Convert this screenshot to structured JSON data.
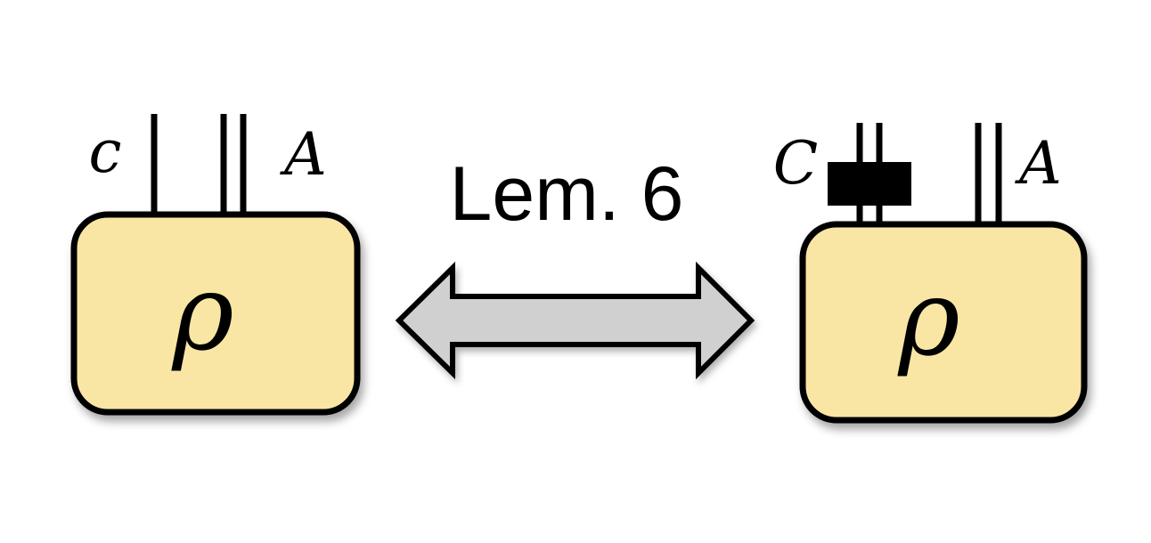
{
  "lemma_label": "Lem. 6",
  "left_box": {
    "symbol": "ρ",
    "wire_labels": {
      "left": "c",
      "right": "A"
    }
  },
  "right_box": {
    "symbol": "ρ",
    "wire_labels": {
      "left": "C",
      "right": "A"
    }
  },
  "colors": {
    "box_fill": "#fae6a4",
    "stroke": "#000000",
    "arrow_fill": "#d0d0d0",
    "background": "#ffffff"
  }
}
